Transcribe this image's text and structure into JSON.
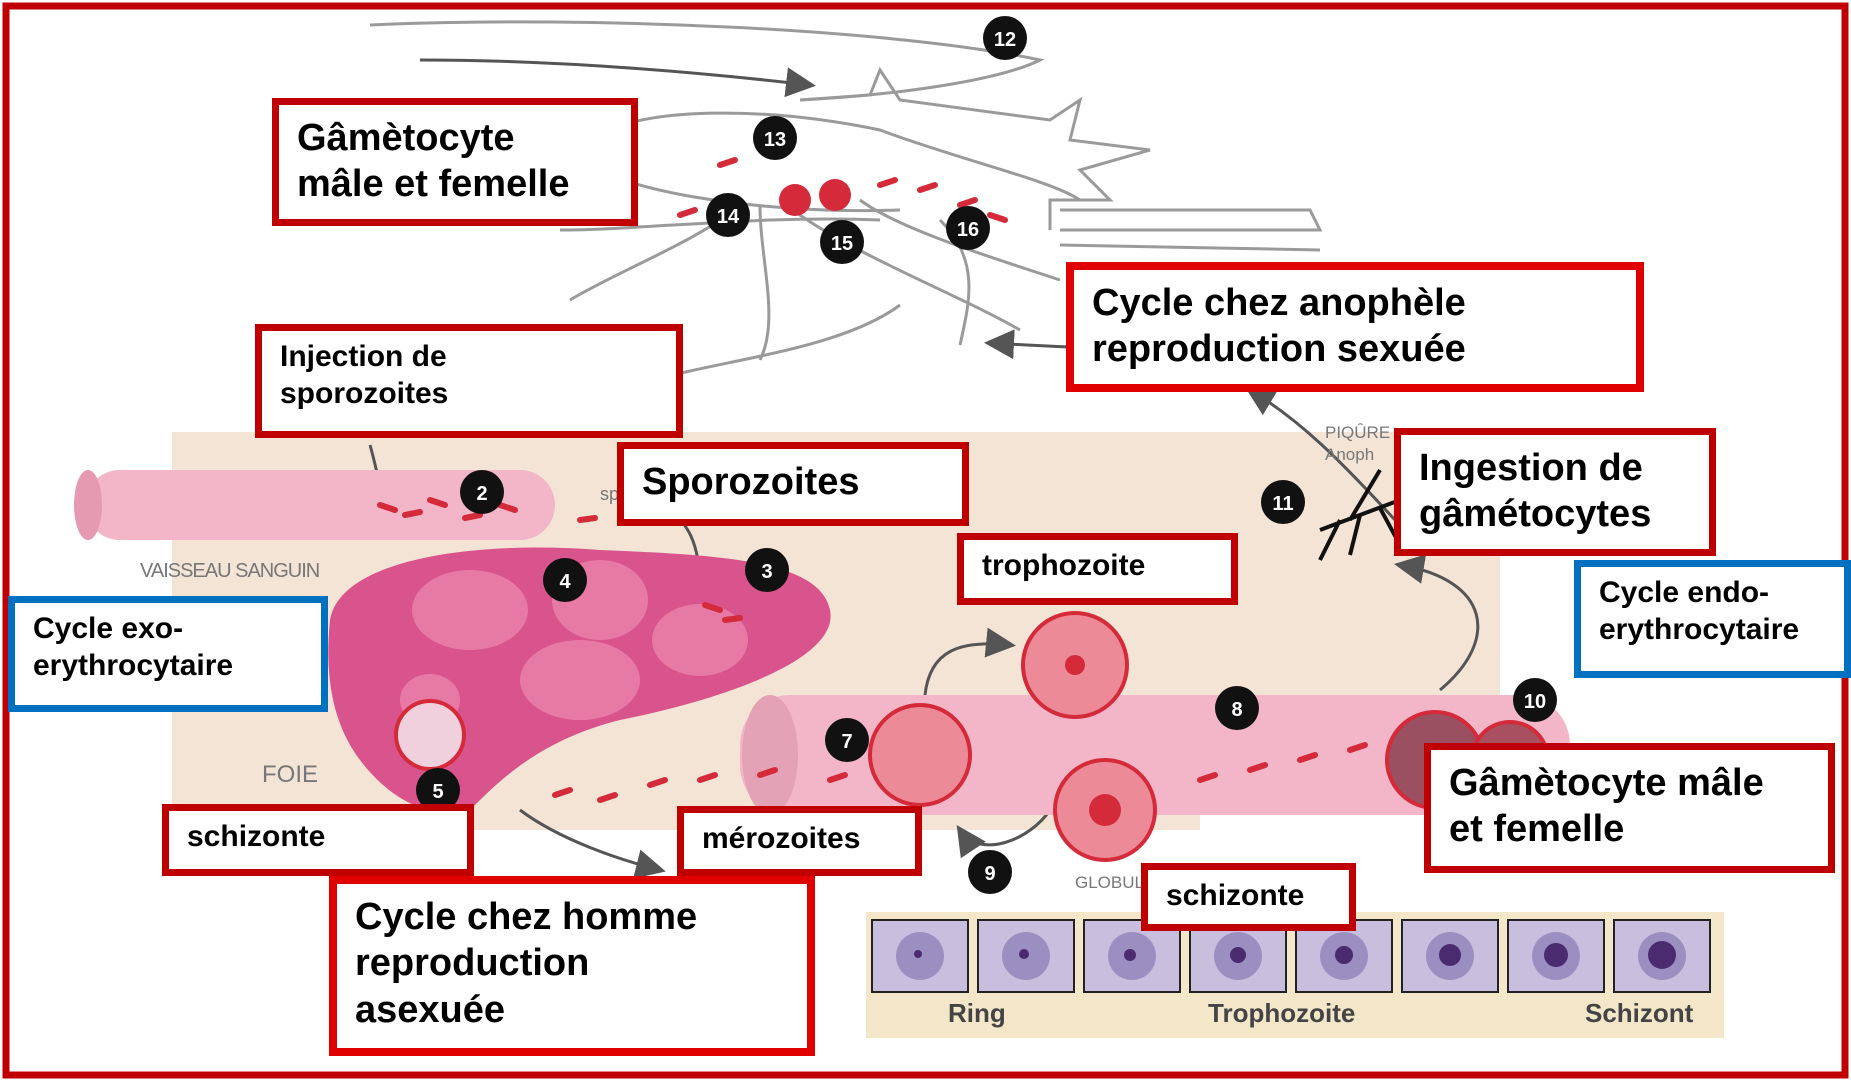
{
  "colors": {
    "frame": "#c00000",
    "red_box": "#c00000",
    "bright_red_box": "#e00000",
    "blue_box": "#0070c0",
    "tissue_bg": "#f3e4d6",
    "vessel": "#f2b6c8",
    "liver": "#d9548c",
    "parasite": "#d42a3a"
  },
  "step_numbers": [
    "2",
    "3",
    "4",
    "5",
    "7",
    "8",
    "9",
    "10",
    "11",
    "12",
    "13",
    "14",
    "15",
    "16"
  ],
  "diagram_text": {
    "vaisseau": "VAISSEAU SANGUIN",
    "foie": "FOIE",
    "globules": "GLOBULES ROUGES",
    "piqure": "PIQÛRE",
    "anoph": "Anoph",
    "sp": "sp"
  },
  "labels": {
    "gametocyte_top": "Gâmètocyte\nmâle et femelle",
    "cycle_anophele": "Cycle chez anophèle\nreproduction sexuée",
    "injection": "Injection de\nsporozoites",
    "sporozoites": "Sporozoites",
    "ingestion": "Ingestion de\ngâmétocytes",
    "trophozoite": "trophozoite",
    "cycle_endo": "Cycle endo-\nerythrocytaire",
    "cycle_exo": "Cycle exo-\nerythrocytaire",
    "gametocyte_right": "Gâmètocyte mâle\net femelle",
    "schizonte_left": "schizonte",
    "merozoites": "mérozoites",
    "schizonte_bottom": "schizonte",
    "cycle_homme": "Cycle chez homme\nreproduction\nasexuée"
  },
  "micrograph_strip": {
    "labels": [
      "Ring",
      "Trophozoite",
      "Schizont"
    ]
  }
}
